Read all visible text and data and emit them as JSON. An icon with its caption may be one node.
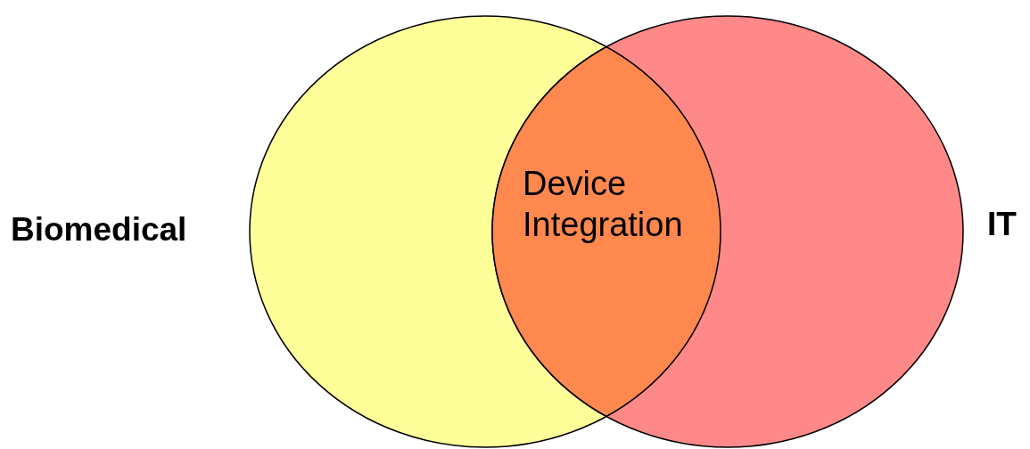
{
  "diagram": {
    "nodes": [
      {
        "text": [
          "Biomedical"
        ]
      },
      {
        "text": [
          "IT"
        ]
      },
      {
        "text": [
          "Device Integration"
        ]
      }
    ],
    "edges": []
  }
}
